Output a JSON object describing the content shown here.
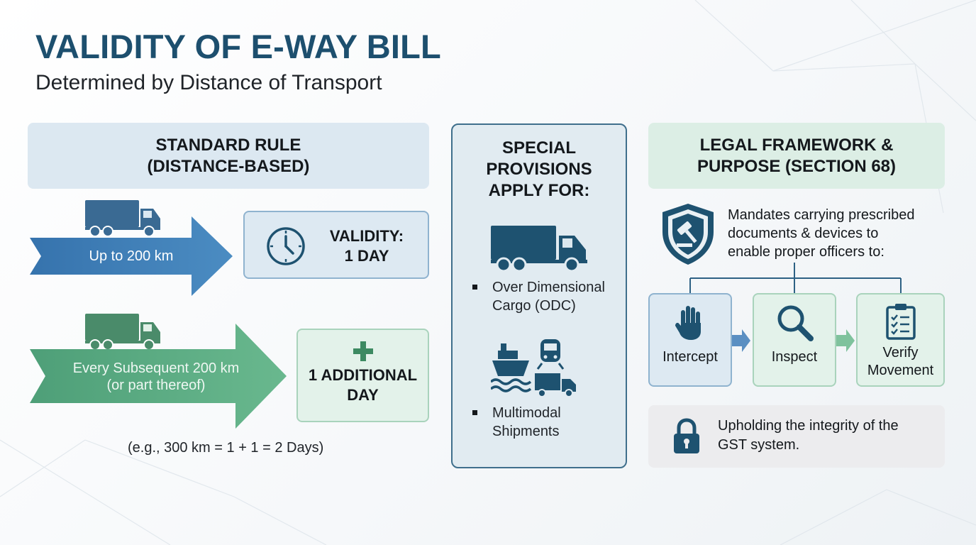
{
  "header": {
    "title": "VALIDITY OF E-WAY BILL",
    "subtitle": "Determined by Distance of Transport"
  },
  "standard_rule": {
    "heading_line1": "STANDARD RULE",
    "heading_line2": "(DISTANCE-BASED)",
    "rule1": {
      "distance_label": "Up to 200 km",
      "validity_line1": "VALIDITY:",
      "validity_line2": "1 DAY",
      "icon": "clock-icon"
    },
    "rule2": {
      "distance_line1": "Every Subsequent 200 km",
      "distance_line2": "(or part thereof)",
      "validity_line1": "1 ADDITIONAL",
      "validity_line2": "DAY",
      "icon": "plus-icon"
    },
    "example": "(e.g., 300 km = 1 + 1 = 2 Days)"
  },
  "special_provisions": {
    "heading_line1": "SPECIAL",
    "heading_line2": "PROVISIONS",
    "heading_line3": "APPLY FOR:",
    "items": [
      {
        "line1": "Over Dimensional",
        "line2": "Cargo (ODC)",
        "icon": "truck-icon"
      },
      {
        "line1": "Multimodal",
        "line2": "Shipments",
        "icon": "multimodal-transport-icon"
      }
    ]
  },
  "legal_framework": {
    "heading_line1": "LEGAL FRAMEWORK &",
    "heading_line2": "PURPOSE (SECTION 68)",
    "mandate_line1": "Mandates carrying prescribed",
    "mandate_line2": "documents & devices to",
    "mandate_line3": "enable proper officers to:",
    "steps": [
      {
        "label_line1": "Intercept",
        "label_line2": "",
        "icon": "hand-stop-icon"
      },
      {
        "label_line1": "Inspect",
        "label_line2": "",
        "icon": "magnifier-icon"
      },
      {
        "label_line1": "Verify",
        "label_line2": "Movement",
        "icon": "clipboard-checklist-icon"
      }
    ],
    "integrity_line1": "Upholding the integrity of the",
    "integrity_line2": "GST system."
  },
  "colors": {
    "title": "#1d4f6e",
    "blue_arrow": "#3f7db3",
    "green_arrow": "#5aaa80",
    "dark_icon": "#1e5270",
    "blue_truck": "#3a6a93",
    "green_truck": "#4a8b6a",
    "plus_green": "#3d8a62"
  }
}
